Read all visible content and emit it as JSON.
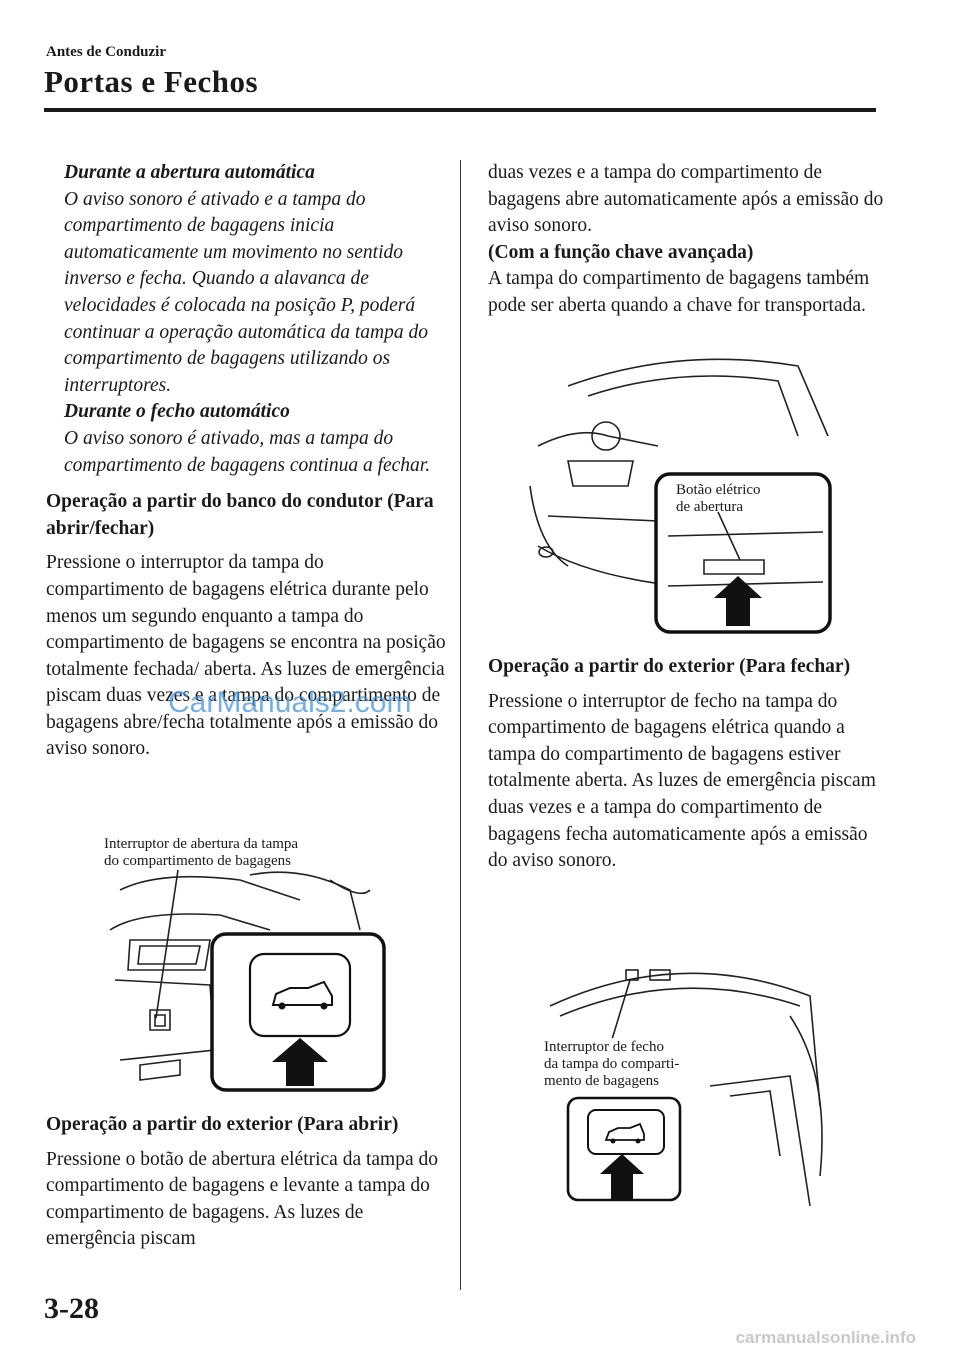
{
  "header": {
    "section": "Antes de Conduzir",
    "title": "Portas e Fechos"
  },
  "left": {
    "auto_open_heading": "Durante a abertura automática",
    "auto_open_text": "O aviso sonoro é ativado e a tampa do compartimento de bagagens inicia automaticamente um movimento no sentido inverso e fecha. Quando a alavanca de velocidades é colocada na posição P, poderá continuar a operação automática da tampa do compartimento de bagagens utilizando os interruptores.",
    "auto_close_heading": "Durante o fecho automático",
    "auto_close_text": "O aviso sonoro é ativado, mas a tampa do compartimento de bagagens continua a fechar.",
    "driver_heading": "Operação a partir do banco do condutor (Para abrir/fechar)",
    "driver_text": "Pressione o interruptor da tampa do compartimento de bagagens elétrica durante pelo menos um segundo enquanto a tampa do compartimento de bagagens se encontra na posição totalmente fechada/ aberta. As luzes de emergência piscam duas vezes e a tampa do compartimento de bagagens abre/fecha totalmente após a emissão do aviso sonoro.",
    "fig1_caption_1": "Interruptor de abertura da tampa",
    "fig1_caption_2": "do compartimento de bagagens",
    "ext_open_heading": "Operação a partir do exterior (Para abrir)",
    "ext_open_text": "Pressione o botão de abertura elétrica da tampa do compartimento de bagagens e levante a tampa do compartimento de bagagens. As luzes de emergência piscam"
  },
  "right": {
    "cont_text": "duas vezes e a tampa do compartimento de bagagens abre automaticamente após a emissão do aviso sonoro.",
    "keyless_heading": "(Com a função chave avançada)",
    "keyless_text": "A tampa do compartimento de bagagens também pode ser aberta quando a chave for transportada.",
    "fig2_caption_1": "Botão elétrico",
    "fig2_caption_2": "de abertura",
    "ext_close_heading": "Operação a partir do exterior (Para fechar)",
    "ext_close_text": "Pressione o interruptor de fecho na tampa do compartimento de bagagens elétrica quando a tampa do compartimento de bagagens estiver totalmente aberta. As luzes de emergência piscam duas vezes e a tampa do compartimento de bagagens fecha automaticamente após a emissão do aviso sonoro.",
    "fig3_caption_1": "Interruptor de fecho",
    "fig3_caption_2": "da tampa do comparti-",
    "fig3_caption_3": "mento de bagagens"
  },
  "footer": {
    "page_number": "3-28",
    "watermark_1": "CarManuals2.com",
    "watermark_2": "carmanualsonline.info"
  },
  "icons": [
    "car-liftgate-icon",
    "up-arrow-icon"
  ]
}
